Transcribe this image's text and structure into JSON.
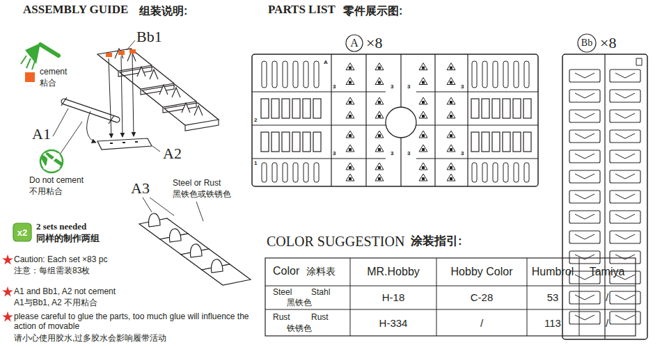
{
  "diagram": {
    "nodes": [
      {
        "text": [
          "A"
        ]
      },
      {
        "text": [
          "Bb"
        ]
      },
      {
        "text": [
          "x2"
        ]
      }
    ],
    "labels": [
      "ASSEMBLY GUIDE",
      "组装说明:",
      "PARTS LIST",
      "零件展示图:",
      "Bb1",
      "A1",
      "A2",
      "A3",
      "Steel or Rust",
      "黑铁色或铁锈色",
      "2 sets needed",
      "同样的制作两组",
      "Caution: Each set ×83 pc",
      "注意：每组需装83枚",
      "A1 and Bb1, A2 not cement",
      "A1与Bb1, A2 不用粘合",
      "please careful to glue the parts, too much glue will influence the action of movable",
      "请小心使用胶水,过多胶水会影响履带活动",
      "×8",
      "×8",
      "COLOR SUGGESTION",
      "涂装指引:",
      "Color",
      "涂料表",
      "MR.Hobby",
      "Hobby Color",
      "Humbrol",
      "Tamiya",
      "Steel",
      "Stahl",
      "黑铁色",
      "H-18",
      "C-28",
      "53",
      "/",
      "Rust",
      "Rust",
      "铁锈色",
      "H-334",
      "/",
      "113",
      "/",
      "A",
      "2",
      "1",
      "3",
      "3",
      "3",
      "3",
      "3",
      "3",
      "3",
      "3"
    ],
    "legend": [
      {
        "text": "cement 粘合",
        "color": "#f26522"
      },
      {
        "text": "Do not cement 不用粘合"
      }
    ]
  }
}
